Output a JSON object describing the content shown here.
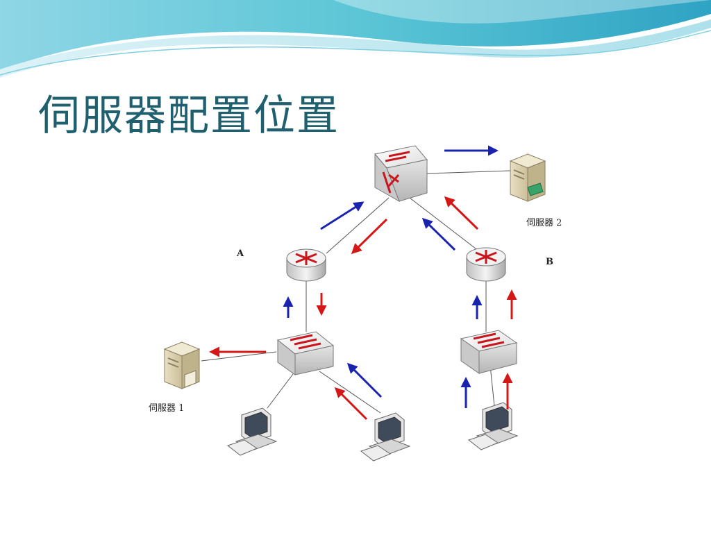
{
  "slide": {
    "title": "伺服器配置位置"
  },
  "diagram": {
    "labels": {
      "router_a": "A",
      "router_b": "B",
      "server_1": "伺服器 1",
      "server_2": "伺服器 2"
    },
    "colors": {
      "arrow_blue": "#1a22b0",
      "arrow_red": "#d41818",
      "title": "#1f5f6e",
      "wave_teal": "#5cc6d6"
    },
    "icons": [
      "core-switch-icon",
      "router-icon",
      "switch-icon",
      "server-icon",
      "pc-icon"
    ]
  }
}
